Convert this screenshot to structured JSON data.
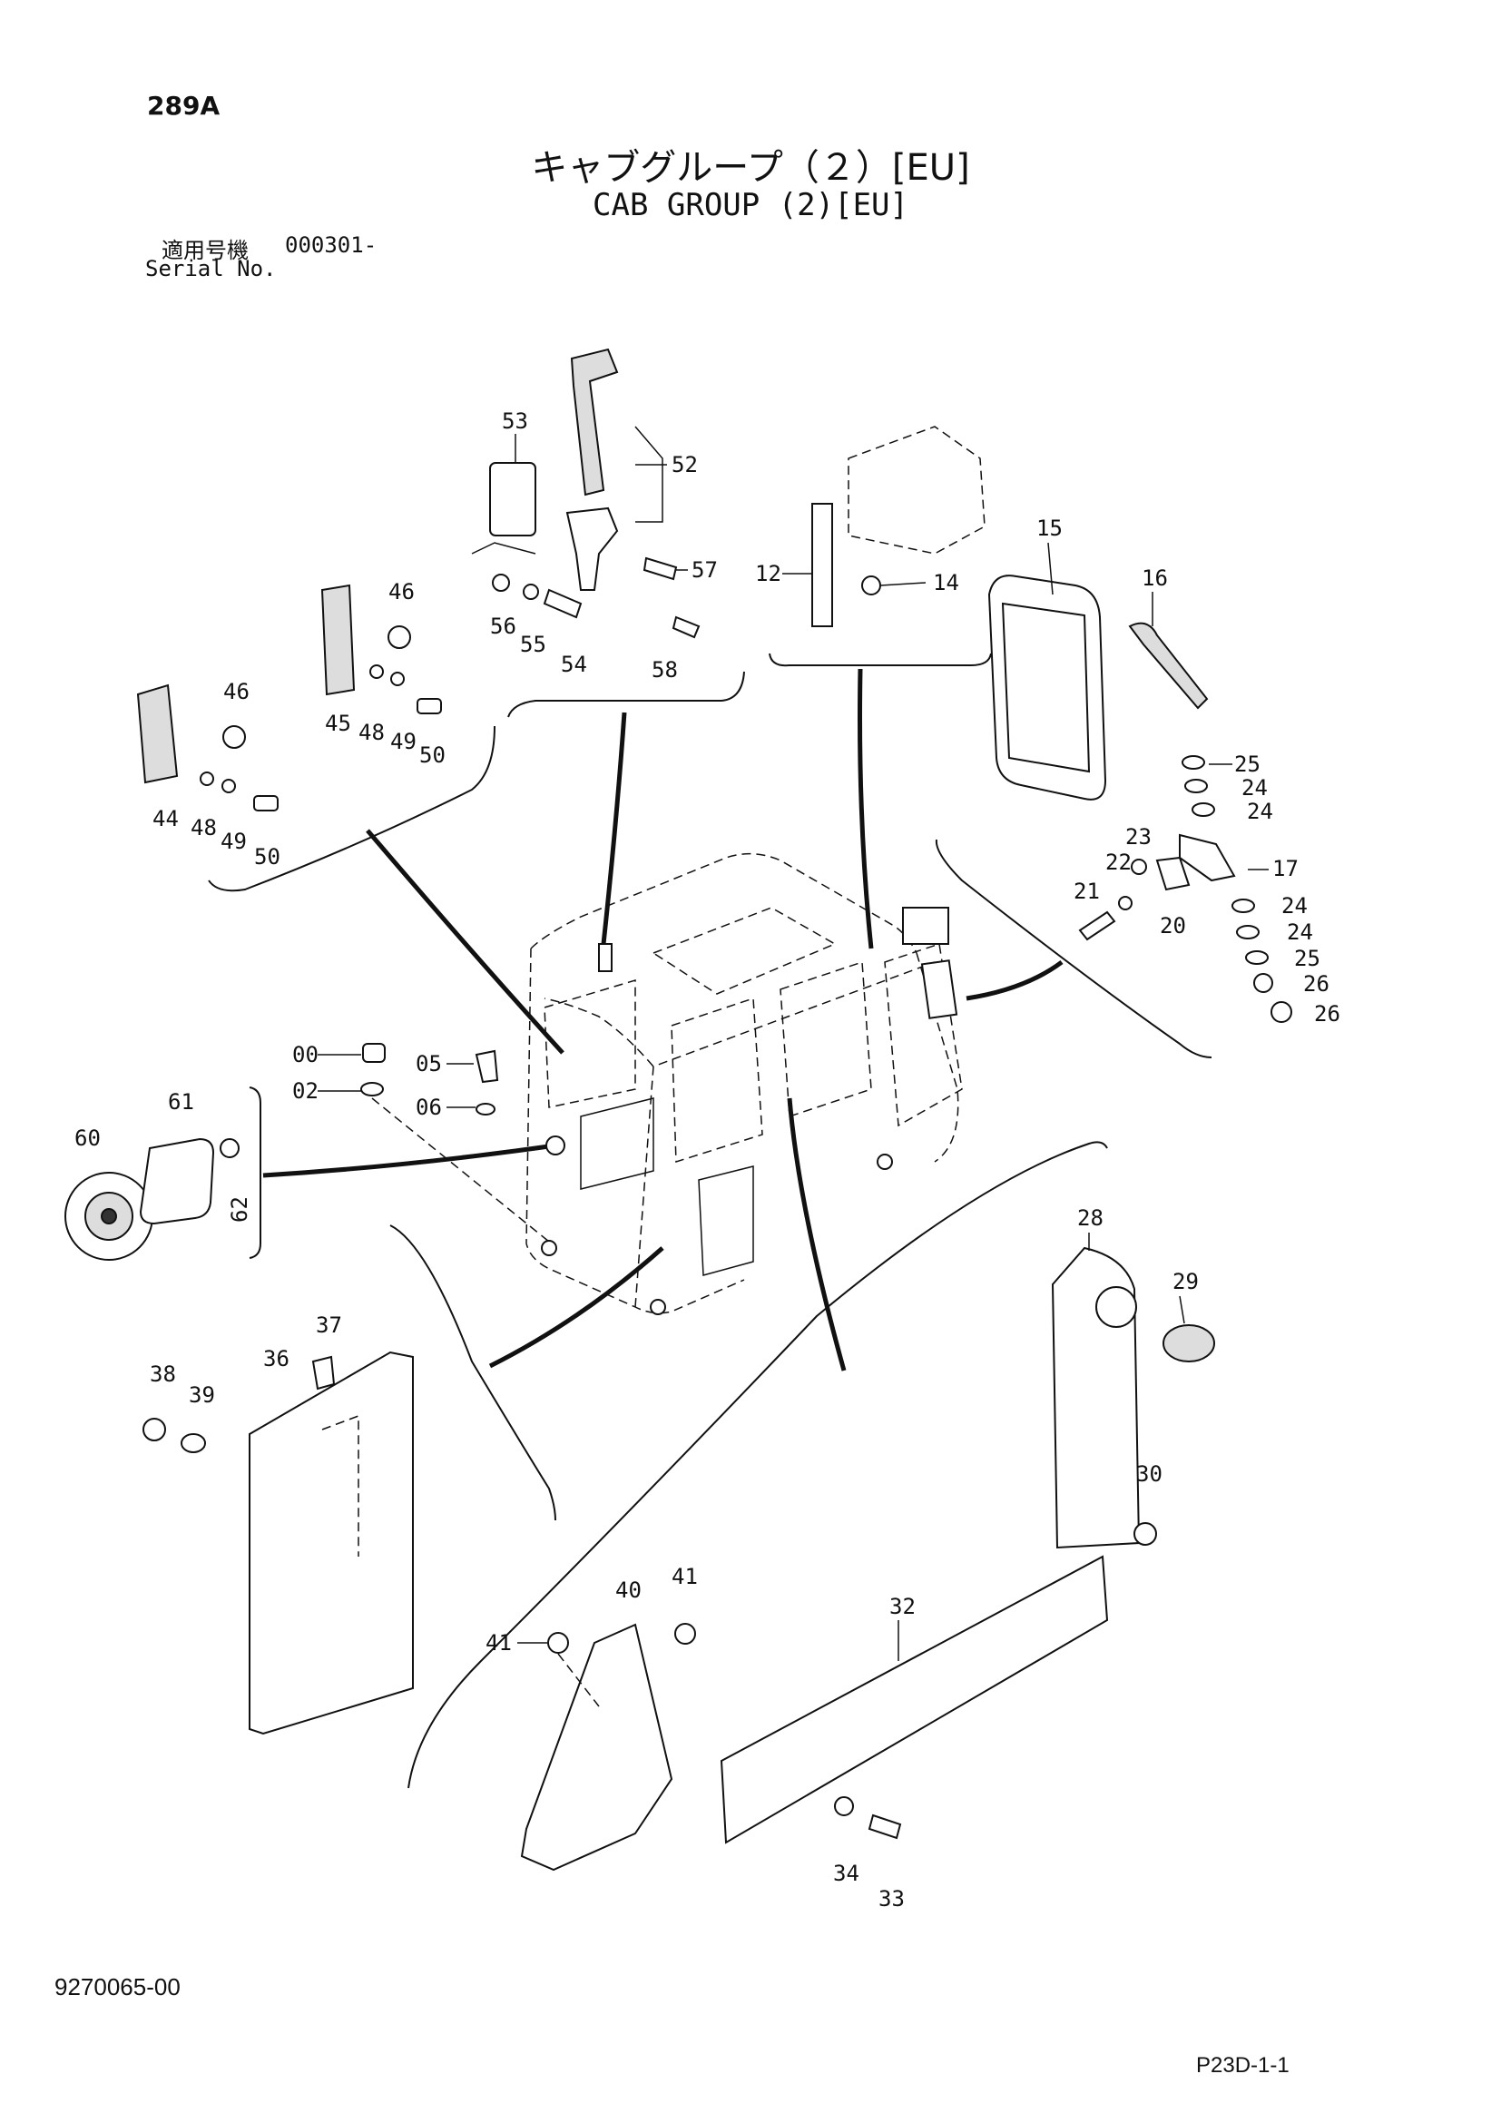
{
  "header": {
    "page_code": "289A",
    "title_jp": "キャブグループ（２）[EU]",
    "title_en": "CAB GROUP (2)[EU]",
    "serial_label_jp": "適用号機",
    "serial_value": "000301-",
    "serial_label_en": "Serial No."
  },
  "footer": {
    "doc_number": "9270065-00",
    "page_ref": "P23D-1-1"
  },
  "callouts": {
    "c53": "53",
    "c52": "52",
    "c57": "57",
    "c56": "56",
    "c55": "55",
    "c54": "54",
    "c58": "58",
    "c46a": "46",
    "c45": "45",
    "c48a": "48",
    "c49a": "49",
    "c50a": "50",
    "c46b": "46",
    "c44": "44",
    "c48b": "48",
    "c49b": "49",
    "c50b": "50",
    "c12": "12",
    "c14": "14",
    "c15": "15",
    "c16": "16",
    "c25a": "25",
    "c24a": "24",
    "c24b": "24",
    "c23": "23",
    "c22": "22",
    "c17": "17",
    "c21": "21",
    "c20": "20",
    "c24c": "24",
    "c24d": "24",
    "c25b": "25",
    "c26a": "26",
    "c26b": "26",
    "c00": "00",
    "c02": "02",
    "c05": "05",
    "c06": "06",
    "c61": "61",
    "c60": "60",
    "c62": "62",
    "c37": "37",
    "c38": "38",
    "c39": "39",
    "c36": "36",
    "c28": "28",
    "c29": "29",
    "c30": "30",
    "c32": "32",
    "c40": "40",
    "c41a": "41",
    "c41b": "41",
    "c34": "34",
    "c33": "33"
  }
}
